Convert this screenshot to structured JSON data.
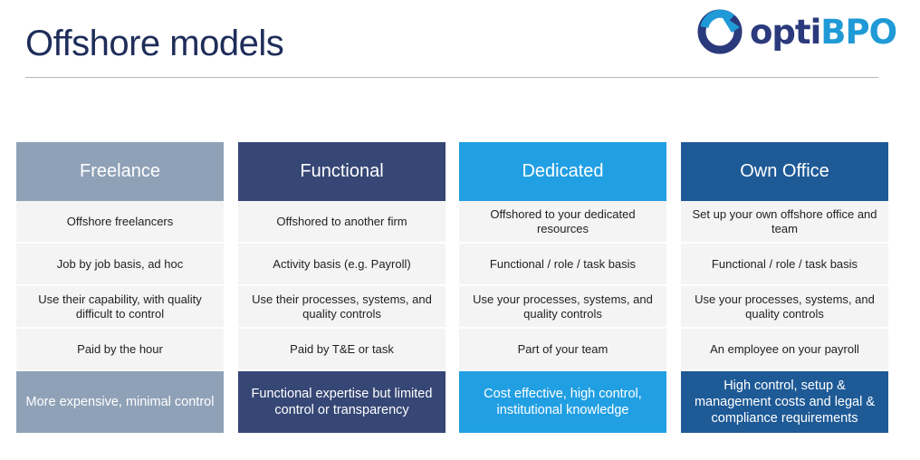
{
  "title": "Offshore models",
  "logo": {
    "part1": "opti",
    "part2": "BPO"
  },
  "columns": [
    {
      "header": "Freelance",
      "rows": [
        "Offshore freelancers",
        "Job by job basis, ad hoc",
        "Use their capability, with quality difficult to control",
        "Paid by the hour"
      ],
      "footer": "More expensive, minimal control",
      "head_color": "#8fa1b7",
      "foot_color": "#8fa1b7"
    },
    {
      "header": "Functional",
      "rows": [
        "Offshored to another firm",
        "Activity basis (e.g. Payroll)",
        "Use their processes, systems, and quality controls",
        "Paid by T&E or task"
      ],
      "footer": "Functional expertise but limited control or transparency",
      "head_color": "#364775",
      "foot_color": "#364775"
    },
    {
      "header": "Dedicated",
      "rows": [
        "Offshored to your dedicated resources",
        "Functional / role / task basis",
        "Use your processes, systems, and quality controls",
        "Part of your team"
      ],
      "footer": "Cost effective, high control, institutional knowledge",
      "head_color": "#219fe3",
      "foot_color": "#219fe3"
    },
    {
      "header": "Own Office",
      "rows": [
        "Set up your own offshore office and team",
        "Functional / role / task basis",
        "Use your processes, systems, and quality controls",
        "An employee on your payroll"
      ],
      "footer": "High control, setup & management costs and legal & compliance requirements",
      "head_color": "#1e5a96",
      "foot_color": "#1e5a96"
    }
  ]
}
